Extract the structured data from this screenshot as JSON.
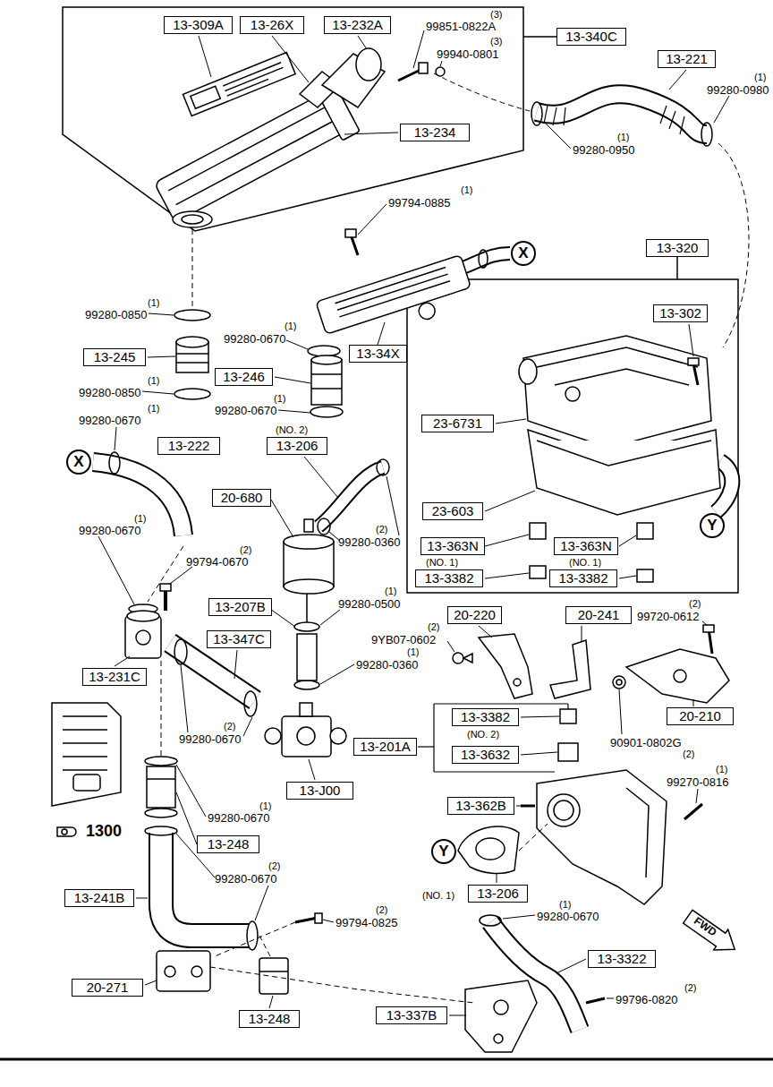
{
  "diagram": {
    "nodes": [
      {
        "text": [
          "13-309A"
        ]
      },
      {
        "text": [
          "13-26X"
        ]
      },
      {
        "text": [
          "13-232A"
        ]
      },
      {
        "text": [
          "13-340C"
        ]
      },
      {
        "text": [
          "13-221"
        ]
      },
      {
        "text": [
          "13-234"
        ]
      },
      {
        "text": [
          "13-320"
        ]
      },
      {
        "text": [
          "X"
        ]
      },
      {
        "text": [
          "13-302"
        ]
      },
      {
        "text": [
          "13-34X"
        ]
      },
      {
        "text": [
          "13-245"
        ]
      },
      {
        "text": [
          "13-246"
        ]
      },
      {
        "text": [
          "13-222"
        ]
      },
      {
        "text": [
          "13-206"
        ]
      },
      {
        "text": [
          "23-6731"
        ]
      },
      {
        "text": [
          "X"
        ]
      },
      {
        "text": [
          "20-680"
        ]
      },
      {
        "text": [
          "23-603"
        ]
      },
      {
        "text": [
          "Y"
        ]
      },
      {
        "text": [
          "13-363N"
        ]
      },
      {
        "text": [
          "13-363N"
        ]
      },
      {
        "text": [
          "13-3382"
        ]
      },
      {
        "text": [
          "13-3382"
        ]
      },
      {
        "text": [
          "13-207B"
        ]
      },
      {
        "text": [
          "20-220"
        ]
      },
      {
        "text": [
          "20-241"
        ]
      },
      {
        "text": [
          "13-347C"
        ]
      },
      {
        "text": [
          "13-231C"
        ]
      },
      {
        "text": [
          "13-3382"
        ]
      },
      {
        "text": [
          "20-210"
        ]
      },
      {
        "text": [
          "13-201A"
        ]
      },
      {
        "text": [
          "13-3632"
        ]
      },
      {
        "text": [
          "13-J00"
        ]
      },
      {
        "text": [
          "13-362B"
        ]
      },
      {
        "text": [
          "13-248"
        ]
      },
      {
        "text": [
          "Y"
        ]
      },
      {
        "text": [
          "13-206"
        ]
      },
      {
        "text": [
          "13-241B"
        ]
      },
      {
        "text": [
          "FWD"
        ]
      },
      {
        "text": [
          "13-3322"
        ]
      },
      {
        "text": [
          "20-271"
        ]
      },
      {
        "text": [
          "13-337B"
        ]
      },
      {
        "text": [
          "13-248"
        ]
      }
    ],
    "labels": [
      "(3)",
      "99851-0822A",
      "(3)",
      "99940-0801",
      "(1)",
      "99280-0980",
      "(1)",
      "99280-0950",
      "(1)",
      "99794-0885",
      "(1)",
      "99280-0850",
      "(1)",
      "99280-0670",
      "(1)",
      "99280-0850",
      "(1)",
      "99280-0670",
      "(1)",
      "99280-0670",
      "(NO. 2)",
      "(2)",
      "99280-0360",
      "(1)",
      "99280-0670",
      "(2)",
      "99794-0670",
      "(NO. 1)",
      "(NO. 1)",
      "(1)",
      "99280-0500",
      "(2)",
      "99720-0612",
      "(2)",
      "9YB07-0602",
      "(1)",
      "99280-0360",
      "(2)",
      "99280-0670",
      "(NO. 2)",
      "90901-0802G",
      "(2)",
      "(1)",
      "99270-0816",
      "(1)",
      "99280-0670",
      "1300",
      "(2)",
      "99280-0670",
      "(NO. 1)",
      "(1)",
      "99280-0670",
      "(2)",
      "99794-0825",
      "(2)",
      "99796-0820"
    ]
  }
}
